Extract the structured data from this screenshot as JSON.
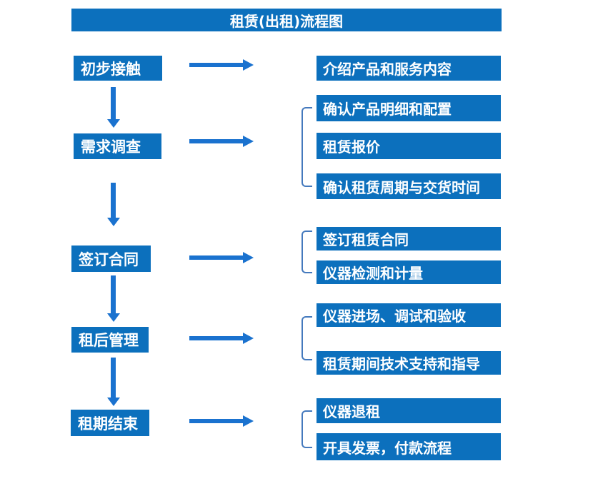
{
  "title": "租赁(出租)流程图",
  "stages": [
    {
      "label": "初步接触",
      "outputs": [
        "介绍产品和服务内容"
      ]
    },
    {
      "label": "需求调查",
      "outputs": [
        "确认产品明细和配置",
        "租赁报价",
        "确认租赁周期与交货时间"
      ]
    },
    {
      "label": "签订合同",
      "outputs": [
        "签订租赁合同",
        "仪器检测和计量"
      ]
    },
    {
      "label": "租后管理",
      "outputs": [
        "仪器进场、调试和验收",
        "租赁期间技术支持和指导"
      ]
    },
    {
      "label": "租期结束",
      "outputs": [
        "仪器退租",
        "开具发票，付款流程"
      ]
    }
  ],
  "colors": {
    "box_blue": "#0c70bd",
    "arrow_blue": "#1a72cf",
    "bracket_blue": "#4479bd",
    "text_white": "#ffffff",
    "page_bg": "#ffffff"
  }
}
